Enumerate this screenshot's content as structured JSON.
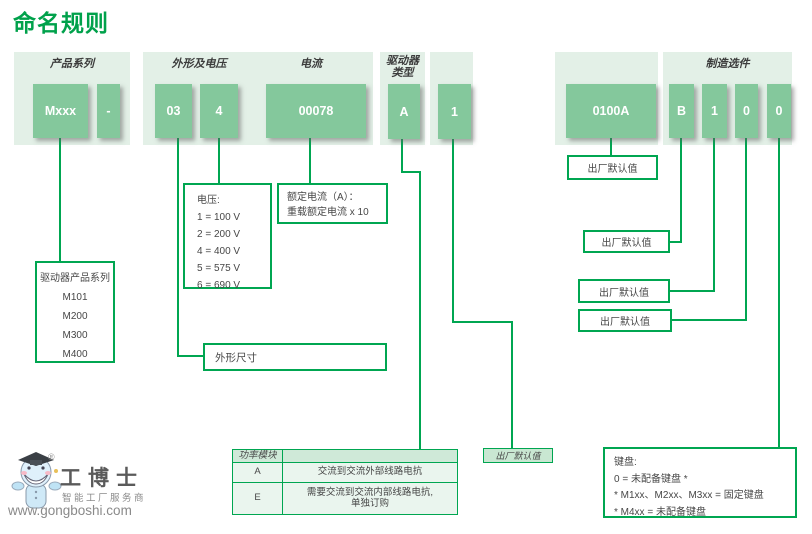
{
  "title": "命名规则",
  "panels": {
    "product_series": "产品系列",
    "frame_voltage": "外形及电压",
    "current": "电流",
    "drive_type_l1": "驱动器",
    "drive_type_l2": "类型",
    "mfg_options": "制造选件"
  },
  "code": {
    "series": "Mxxx",
    "dash": "-",
    "frame": "03",
    "voltage": "4",
    "current": "00078",
    "drive_type": "A",
    "drive_num": "1",
    "mfg": "0100A",
    "opt1": "B",
    "opt2": "1",
    "opt3": "0",
    "opt4": "0"
  },
  "callouts": {
    "series_title": "驱动器产品系列",
    "series_items": [
      "M101",
      "M200",
      "M300",
      "M400"
    ],
    "voltage_title": "电压:",
    "voltage_items": [
      "1 = 100 V",
      "2 = 200 V",
      "4 = 400 V",
      "5 = 575 V",
      "6 = 690 V"
    ],
    "current_line1": "额定电流（A）：",
    "current_line2": "重载额定电流 x 10",
    "frame_size": "外形尺寸",
    "factory_default": "出厂默认值",
    "keyboard_title": "键盘:",
    "keyboard_lines": [
      "0 = 未配备键盘 *",
      "* M1xx、M2xx、M3xx = 固定键盘",
      "* M4xx = 未配备键盘"
    ]
  },
  "table": {
    "header": "功率模块",
    "row_a_code": "A",
    "row_a_desc": "交流到交流外部线路电抗",
    "row_e_code": "E",
    "row_e_desc1": "需要交流到交流内部线路电抗,",
    "row_e_desc2": "单独订购"
  },
  "logo": {
    "reg": "®",
    "name": "工博士",
    "tagline": "智能工厂服务商",
    "url": "www.gongboshi.com"
  },
  "colors": {
    "accent_green": "#00a651",
    "box_green": "#84c89c",
    "panel_green": "#e3f0e7",
    "title_green": "#00a14b"
  }
}
